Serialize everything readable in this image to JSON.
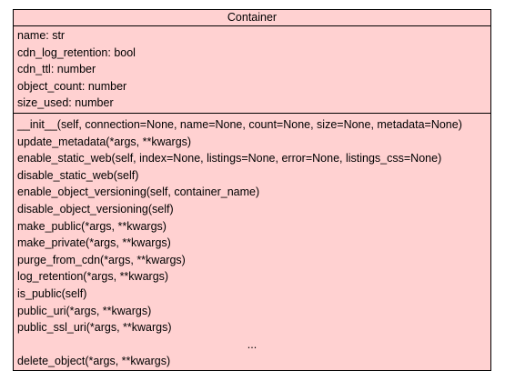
{
  "class_name": "Container",
  "colors": {
    "fill": "#ffd1d1",
    "border": "#000000",
    "text": "#000000"
  },
  "attributes": [
    "name: str",
    "cdn_log_retention: bool",
    "cdn_ttl: number",
    "object_count: number",
    "size_used: number"
  ],
  "operations": [
    "__init__(self, connection=None, name=None, count=None, size=None, metadata=None)",
    "update_metadata(*args, **kwargs)",
    "enable_static_web(self, index=None, listings=None, error=None, listings_css=None)",
    "disable_static_web(self)",
    "enable_object_versioning(self, container_name)",
    "disable_object_versioning(self)",
    "make_public(*args, **kwargs)",
    "make_private(*args, **kwargs)",
    "purge_from_cdn(*args, **kwargs)",
    "log_retention(*args, **kwargs)",
    "is_public(self)",
    "public_uri(*args, **kwargs)",
    "public_ssl_uri(*args, **kwargs)",
    "...",
    "delete_object(*args, **kwargs)"
  ]
}
